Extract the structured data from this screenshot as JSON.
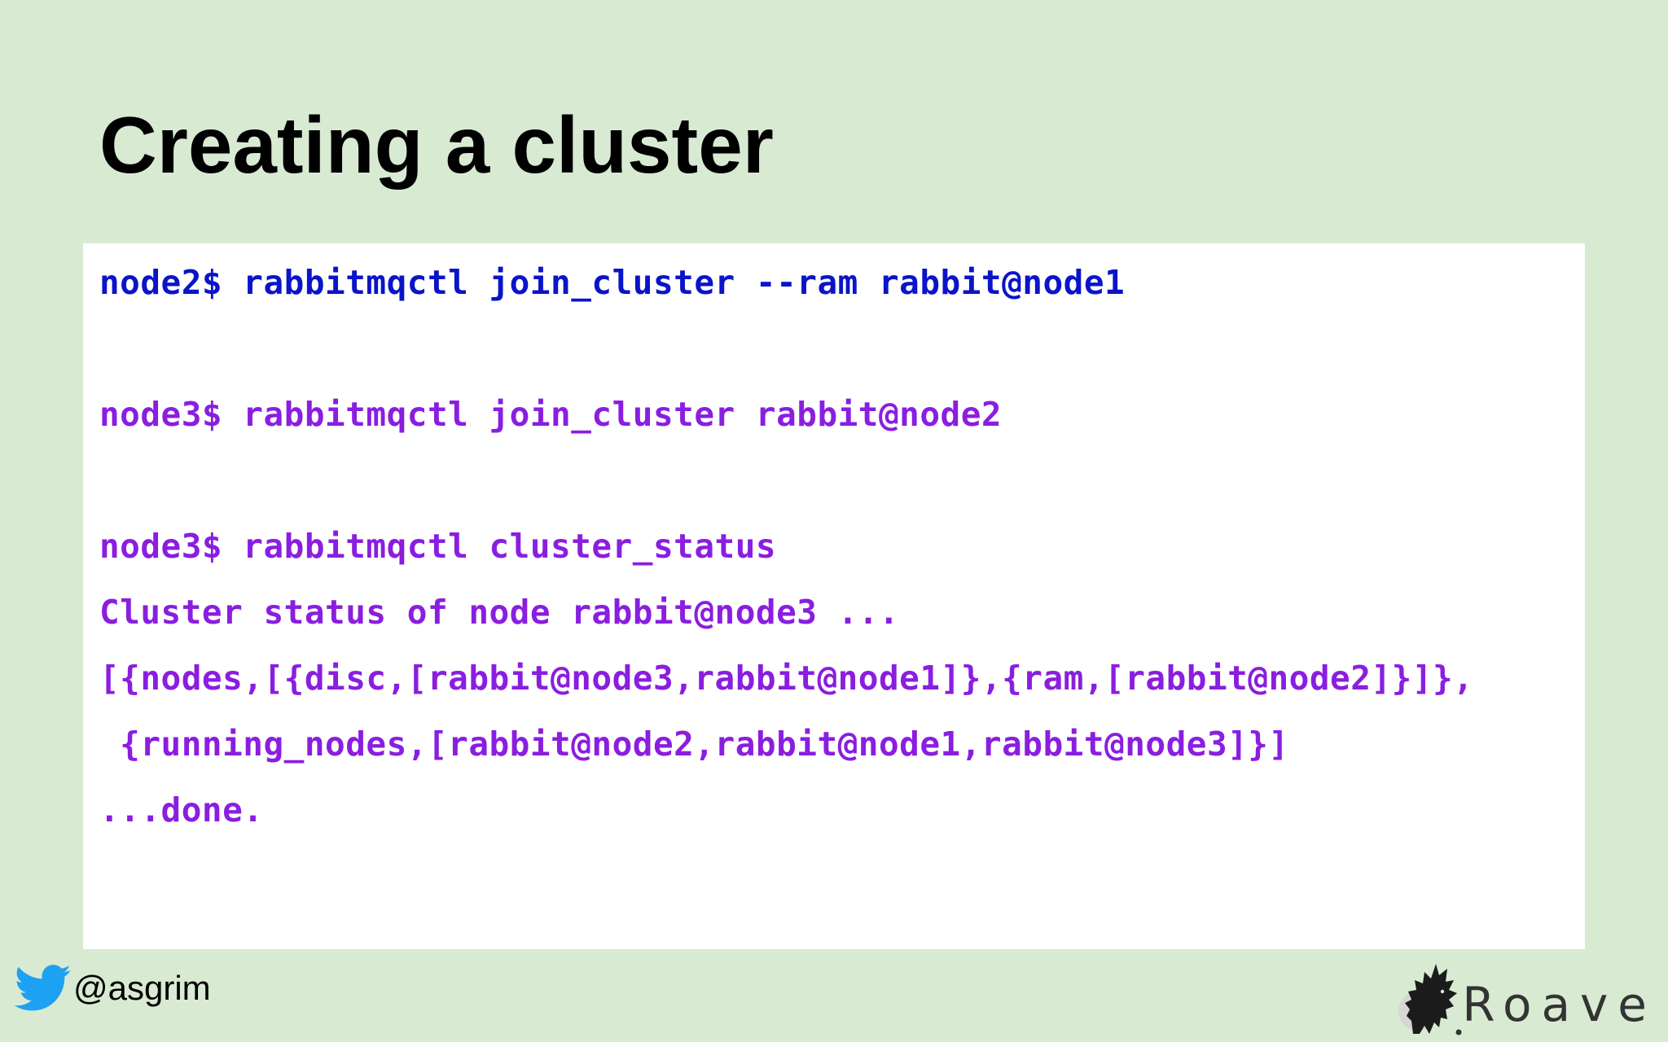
{
  "slide": {
    "title": "Creating a cluster"
  },
  "code": {
    "lines": [
      "node2$ rabbitmqctl join_cluster --ram rabbit@node1",
      "node3$ rabbitmqctl join_cluster rabbit@node2",
      "node3$ rabbitmqctl cluster_status",
      "Cluster status of node rabbit@node3 ...",
      "[{nodes,[{disc,[rabbit@node3,rabbit@node1]},{ram,[rabbit@node2]}]},",
      " {running_nodes,[rabbit@node2,rabbit@node1,rabbit@node3]}]",
      "...done."
    ],
    "colors": {
      "node2": "#0a14c8",
      "node3": "#8a1ee0"
    }
  },
  "footer": {
    "twitter_icon": "twitter-bird-icon",
    "handle": "@asgrim",
    "brand_icon": "roave-creature-icon",
    "brand_name": "Roave"
  }
}
